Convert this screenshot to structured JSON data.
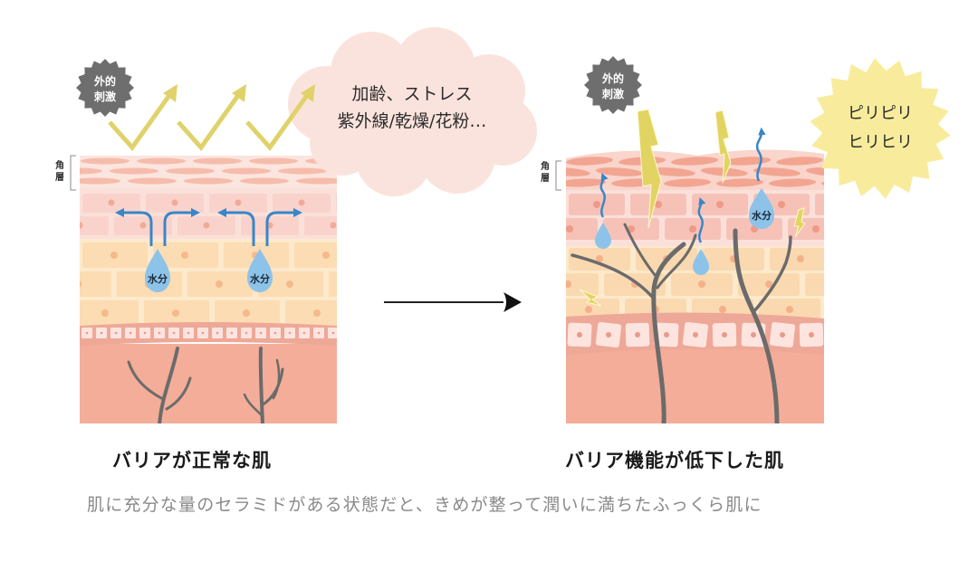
{
  "left_panel": {
    "caption": "バリアが正常な肌",
    "stimulus_badge": "外的\n刺激",
    "stimulus_badge_lines": [
      "外的",
      "刺激"
    ],
    "layer_label_lines": [
      "角",
      "層"
    ],
    "water_label": "水分",
    "cloud_lines": [
      "加齢、ストレス",
      "紫外線/乾燥/花粉…"
    ]
  },
  "right_panel": {
    "caption": "バリア機能が低下した肌",
    "stimulus_badge_lines": [
      "外的",
      "刺激"
    ],
    "layer_label_lines": [
      "角",
      "層"
    ],
    "water_label": "水分",
    "sensation_lines": [
      "ピリピリ",
      "ヒリヒリ"
    ]
  },
  "transition_arrow": "right-arrow",
  "subtitle": "肌に充分な量のセラミドがある状態だと、きめが整って潤いに満ちたふっくら肌に",
  "colors": {
    "stratum_corneum": "#f9d9d0",
    "corneum_cell": "#f2b3a0",
    "granular": "#f7cfc8",
    "spinous": "#fbe3c4",
    "basal": "#f6c1b2",
    "dermis": "#f4ad98",
    "nerve": "#6b6b6b",
    "water_drop": "#8dc3e8",
    "water_arrow": "#3a86c8",
    "zigzag_arrow": "#e0d26a",
    "lightning": "#e2d463",
    "badge_gray": "#6f6e6e",
    "cloud": "#fbe3dd",
    "yellow_burst": "#f8ec9c"
  }
}
